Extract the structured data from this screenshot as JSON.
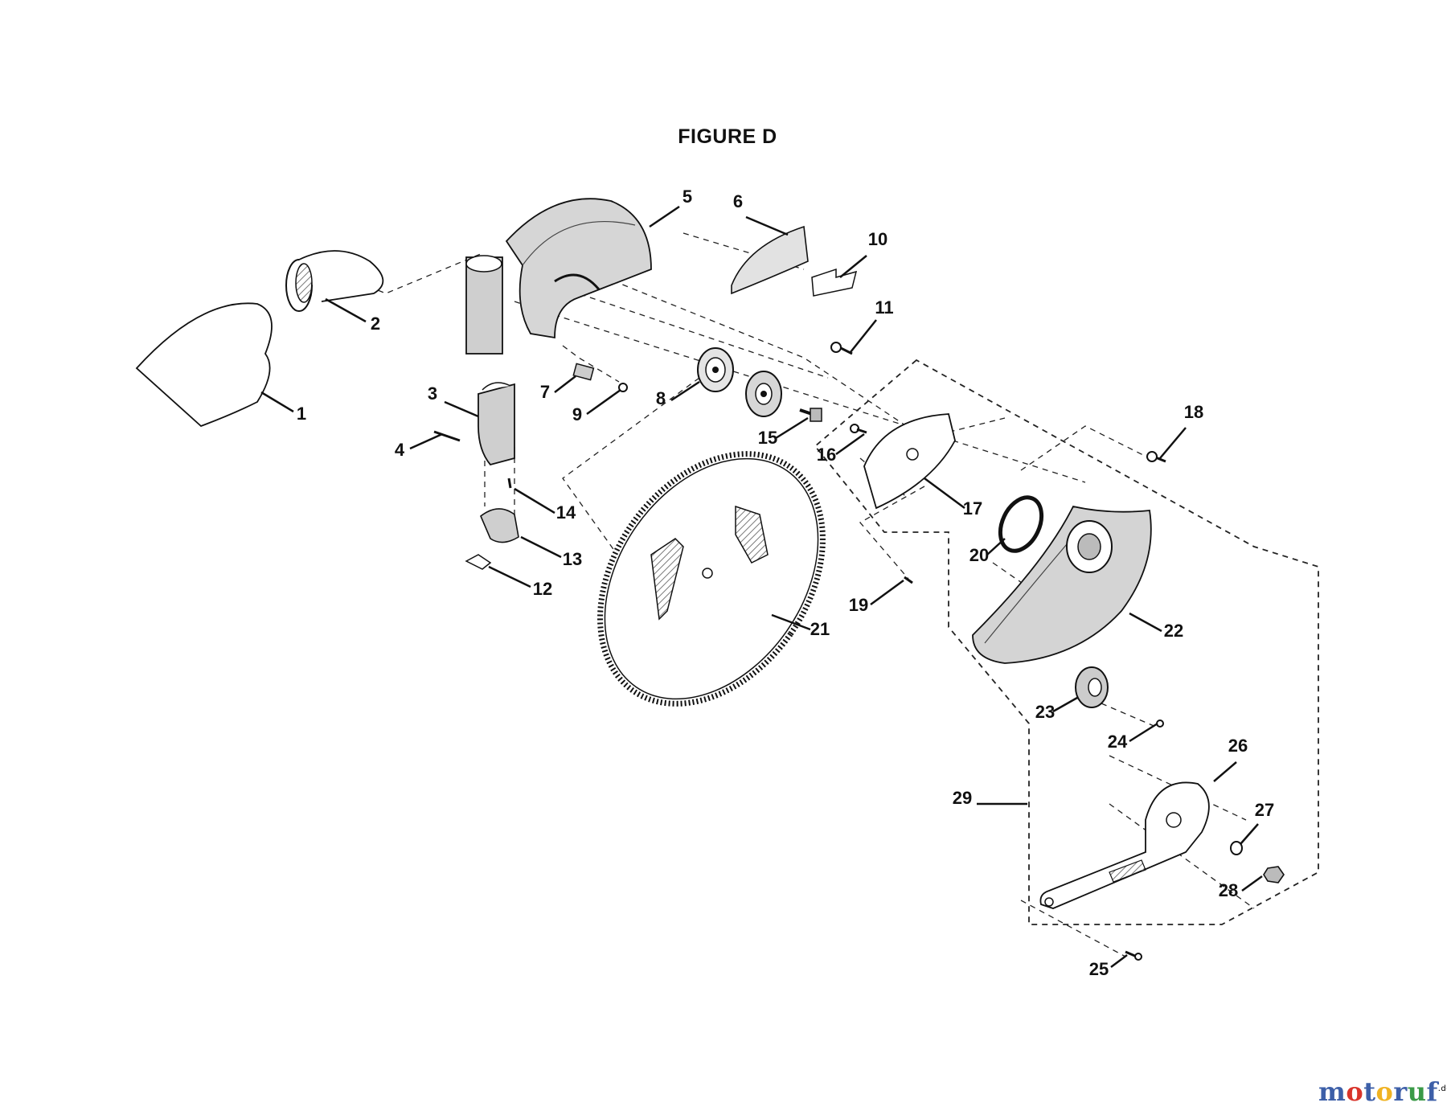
{
  "figure": {
    "title": "FIGURE D"
  },
  "parts": [
    {
      "id": "1",
      "label": "1"
    },
    {
      "id": "2",
      "label": "2"
    },
    {
      "id": "3",
      "label": "3"
    },
    {
      "id": "4",
      "label": "4"
    },
    {
      "id": "5",
      "label": "5"
    },
    {
      "id": "6",
      "label": "6"
    },
    {
      "id": "7",
      "label": "7"
    },
    {
      "id": "8",
      "label": "8"
    },
    {
      "id": "9",
      "label": "9"
    },
    {
      "id": "10",
      "label": "10"
    },
    {
      "id": "11",
      "label": "11"
    },
    {
      "id": "12",
      "label": "12"
    },
    {
      "id": "13",
      "label": "13"
    },
    {
      "id": "14",
      "label": "14"
    },
    {
      "id": "15",
      "label": "15"
    },
    {
      "id": "16",
      "label": "16"
    },
    {
      "id": "17",
      "label": "17"
    },
    {
      "id": "18",
      "label": "18"
    },
    {
      "id": "19",
      "label": "19"
    },
    {
      "id": "20",
      "label": "20"
    },
    {
      "id": "21",
      "label": "21"
    },
    {
      "id": "22",
      "label": "22"
    },
    {
      "id": "23",
      "label": "23"
    },
    {
      "id": "24",
      "label": "24"
    },
    {
      "id": "25",
      "label": "25"
    },
    {
      "id": "26",
      "label": "26"
    },
    {
      "id": "27",
      "label": "27"
    },
    {
      "id": "28",
      "label": "28"
    },
    {
      "id": "29",
      "label": "29"
    }
  ],
  "watermark": {
    "letters": [
      {
        "ch": "m",
        "color": "#3d5fa8"
      },
      {
        "ch": "o",
        "color": "#d9342b"
      },
      {
        "ch": "t",
        "color": "#3d5fa8"
      },
      {
        "ch": "o",
        "color": "#f0b323"
      },
      {
        "ch": "r",
        "color": "#3d5fa8"
      },
      {
        "ch": "u",
        "color": "#3a9a47"
      },
      {
        "ch": "f",
        "color": "#3d5fa8"
      }
    ],
    "suffix": ".de"
  }
}
